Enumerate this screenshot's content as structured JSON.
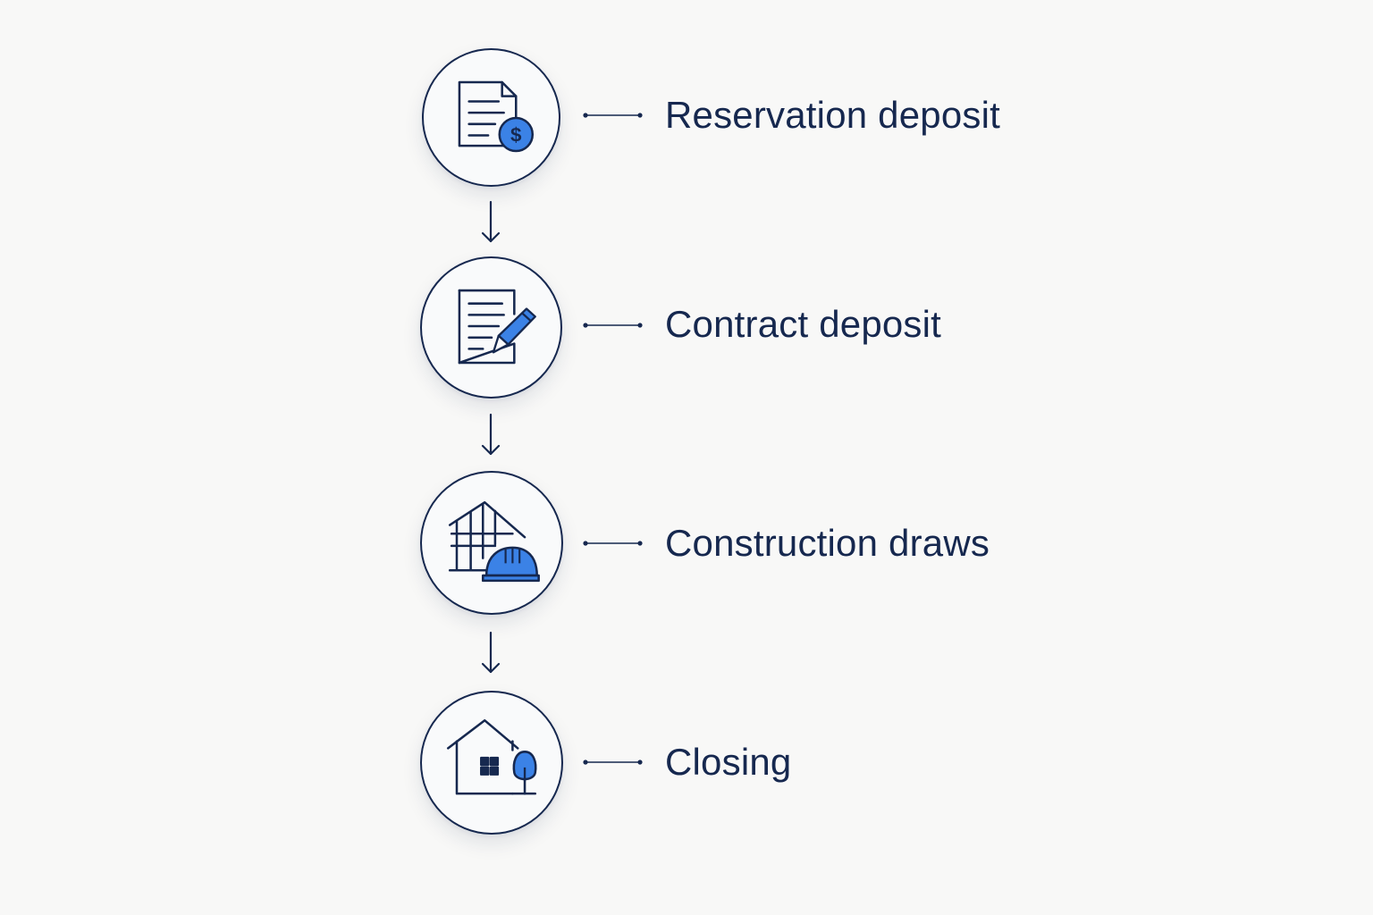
{
  "steps": [
    {
      "label": "Reservation deposit",
      "icon": "document-dollar-icon"
    },
    {
      "label": "Contract deposit",
      "icon": "document-pen-icon"
    },
    {
      "label": "Construction draws",
      "icon": "construction-hardhat-icon"
    },
    {
      "label": "Closing",
      "icon": "house-tree-icon"
    }
  ],
  "colors": {
    "ink": "#16284f",
    "accent": "#3b82e6",
    "background": "#f8f8f7"
  }
}
